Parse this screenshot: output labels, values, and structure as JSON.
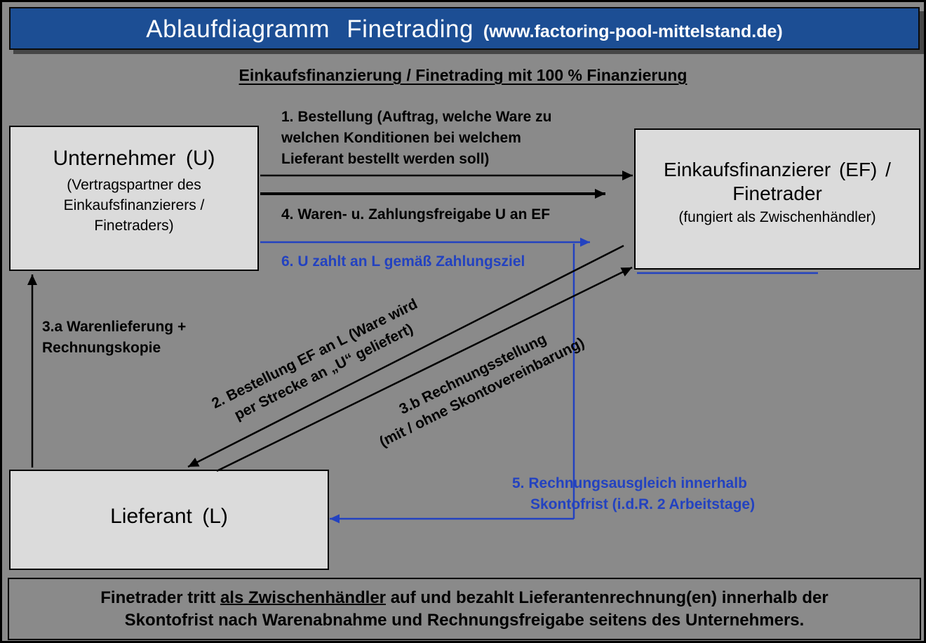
{
  "colors": {
    "bg": "#8A8A8A",
    "box-fill": "#DBDBDB",
    "bar-blue": "#1C4E94",
    "accent-blue": "#2342C0"
  },
  "header": {
    "title": "Ablaufdiagramm Finetrading",
    "url": "(www.factoring-pool-mittelstand.de)"
  },
  "subtitle": "Einkaufsfinanzierung / Finetrading mit 100 % Finanzierung",
  "nodes": {
    "unternehmer": {
      "title": "Unternehmer (U)",
      "sub1": "(Vertragspartner des",
      "sub2": "Einkaufsfinanzierers /",
      "sub3": "Finetraders)"
    },
    "einkaufsfinanzierer": {
      "title1": "Einkaufsfinanzierer (EF) /",
      "title2": "Finetrader",
      "sub": "(fungiert als Zwischenhändler)"
    },
    "lieferant": {
      "title": "Lieferant (L)"
    }
  },
  "arrows": {
    "a1": {
      "l1": "1. Bestellung (Auftrag, welche Ware zu",
      "l2": "welchen Konditionen bei welchem",
      "l3": "Lieferant bestellt werden soll)"
    },
    "a2": {
      "l1": "2. Bestellung EF an L (Ware wird",
      "l2": "per Strecke an „U“ geliefert)"
    },
    "a3a": {
      "l1": "3.a Warenlieferung +",
      "l2": "Rechnungskopie"
    },
    "a3b": {
      "l1": "3.b Rechnungsstellung",
      "l2": "(mit / ohne Skontovereinbarung)"
    },
    "a4": {
      "l1": "4. Waren- u. Zahlungsfreigabe U an EF"
    },
    "a5": {
      "l1": "5. Rechnungsausgleich innerhalb",
      "l2": "Skontofrist (i.d.R. 2 Arbeitstage)"
    },
    "a6": {
      "l1": "6. U zahlt an L gemäß Zahlungsziel"
    }
  },
  "footer": {
    "part1": "Finetrader tritt",
    "underlined": "als Zwischenhändler",
    "part2": "auf und bezahlt Lieferantenrechnung(en) innerhalb der",
    "line2": "Skontofrist nach Warenabnahme und Rechnungsfreigabe seitens des  Unternehmers."
  }
}
